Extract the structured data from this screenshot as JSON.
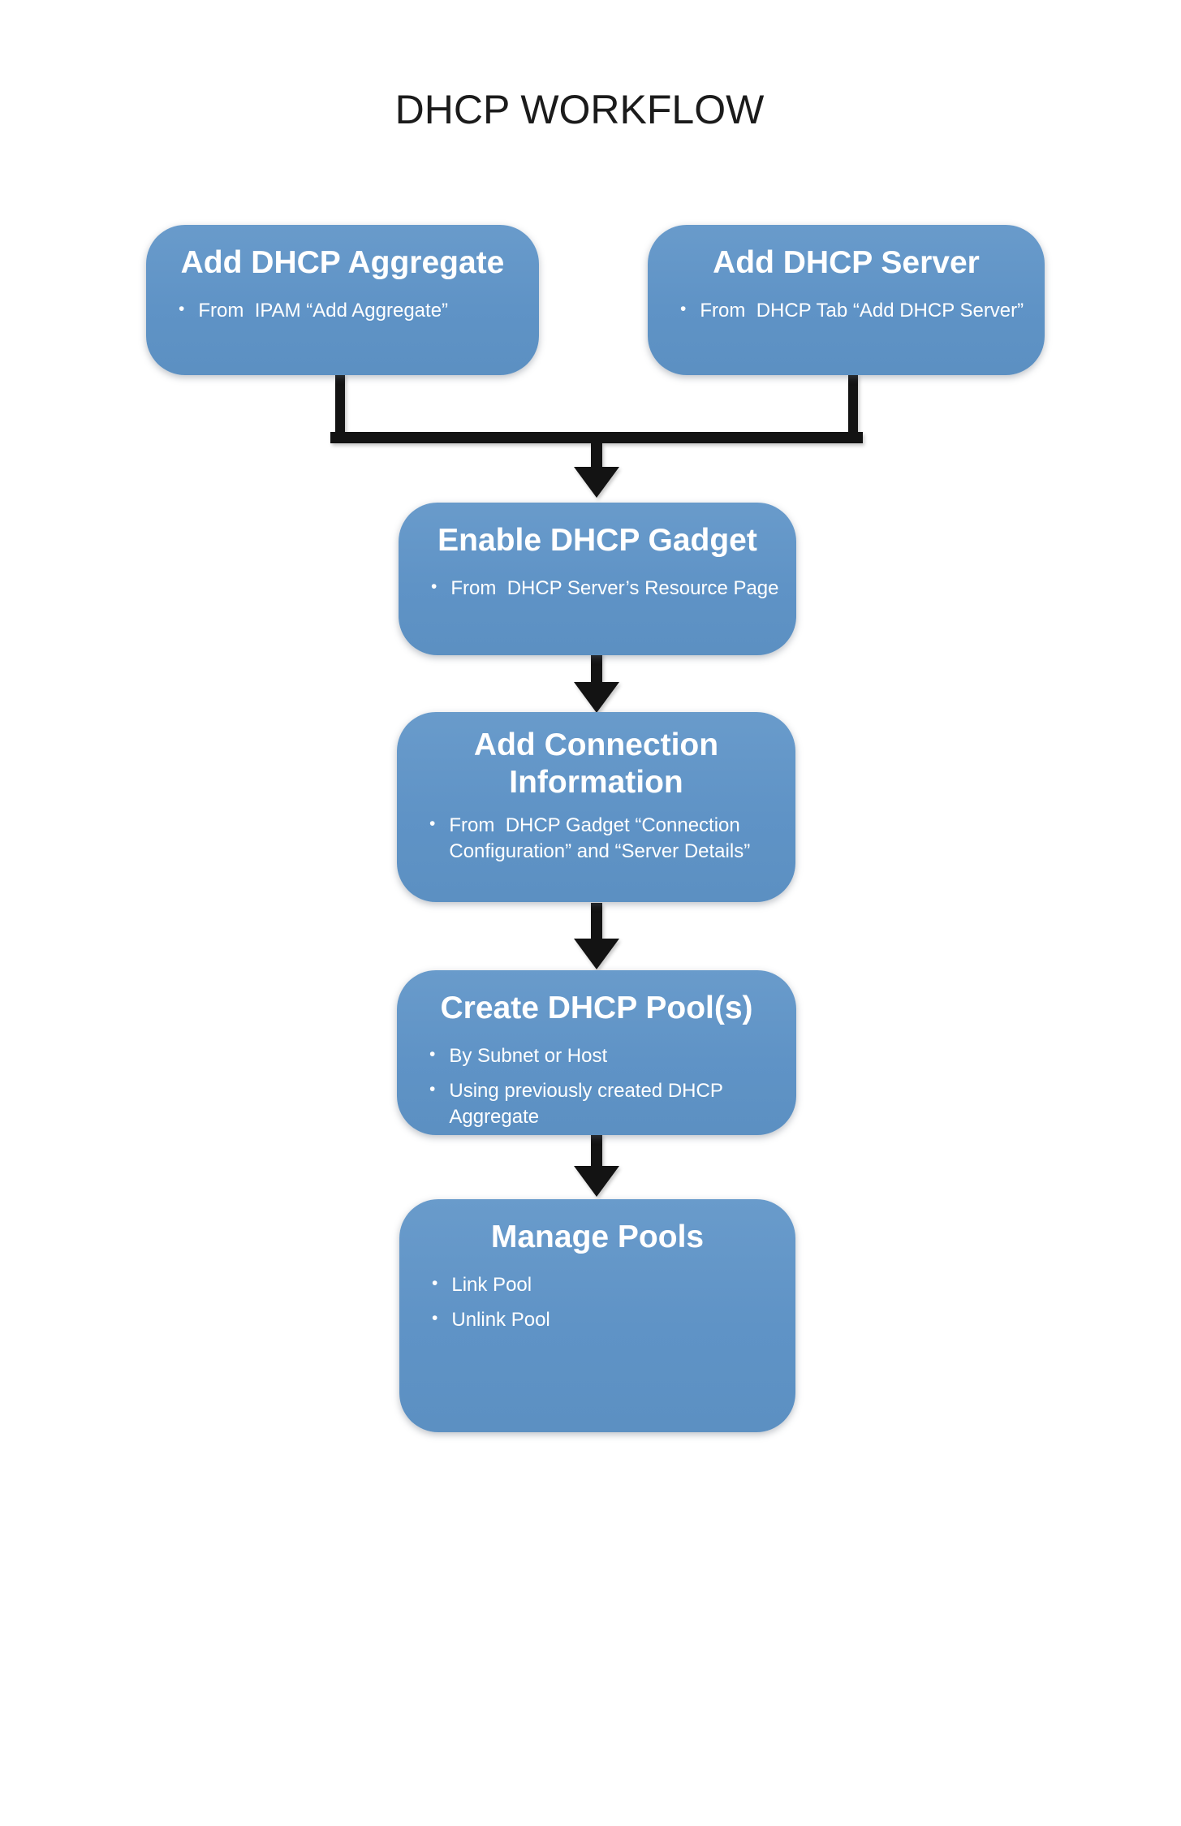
{
  "page": {
    "title": "DHCP WORKFLOW",
    "background": "#ffffff",
    "bullet_glyph": "•"
  },
  "colors": {
    "node_fill": "#5F93C6",
    "node_text": "#ffffff",
    "connector_black": "#131313",
    "title_text": "#1b1b1b"
  },
  "nodes": [
    {
      "id": "add-dhcp-aggregate",
      "title": "Add DHCP Aggregate",
      "bullets": [
        "From  IPAM “Add Aggregate”"
      ]
    },
    {
      "id": "add-dhcp-server",
      "title": "Add DHCP Server",
      "bullets": [
        "From  DHCP Tab “Add DHCP Server”"
      ]
    },
    {
      "id": "enable-dhcp-gadget",
      "title": "Enable DHCP Gadget",
      "bullets": [
        "From  DHCP Server’s Resource Page"
      ]
    },
    {
      "id": "add-connection-information",
      "title": "Add Connection Information",
      "bullets": [
        "From  DHCP Gadget “Connection Configuration” and “Server Details”"
      ]
    },
    {
      "id": "create-dhcp-pools",
      "title": "Create DHCP Pool(s)",
      "bullets": [
        "By Subnet or Host",
        "Using previously created DHCP Aggregate"
      ]
    },
    {
      "id": "manage-pools",
      "title": "Manage Pools",
      "bullets": [
        "Link Pool",
        "Unlink Pool"
      ]
    }
  ],
  "flow": {
    "edges": [
      {
        "from": "add-dhcp-aggregate",
        "to": "enable-dhcp-gadget"
      },
      {
        "from": "add-dhcp-server",
        "to": "enable-dhcp-gadget"
      },
      {
        "from": "enable-dhcp-gadget",
        "to": "add-connection-information"
      },
      {
        "from": "add-connection-information",
        "to": "create-dhcp-pools"
      },
      {
        "from": "create-dhcp-pools",
        "to": "manage-pools"
      }
    ]
  }
}
